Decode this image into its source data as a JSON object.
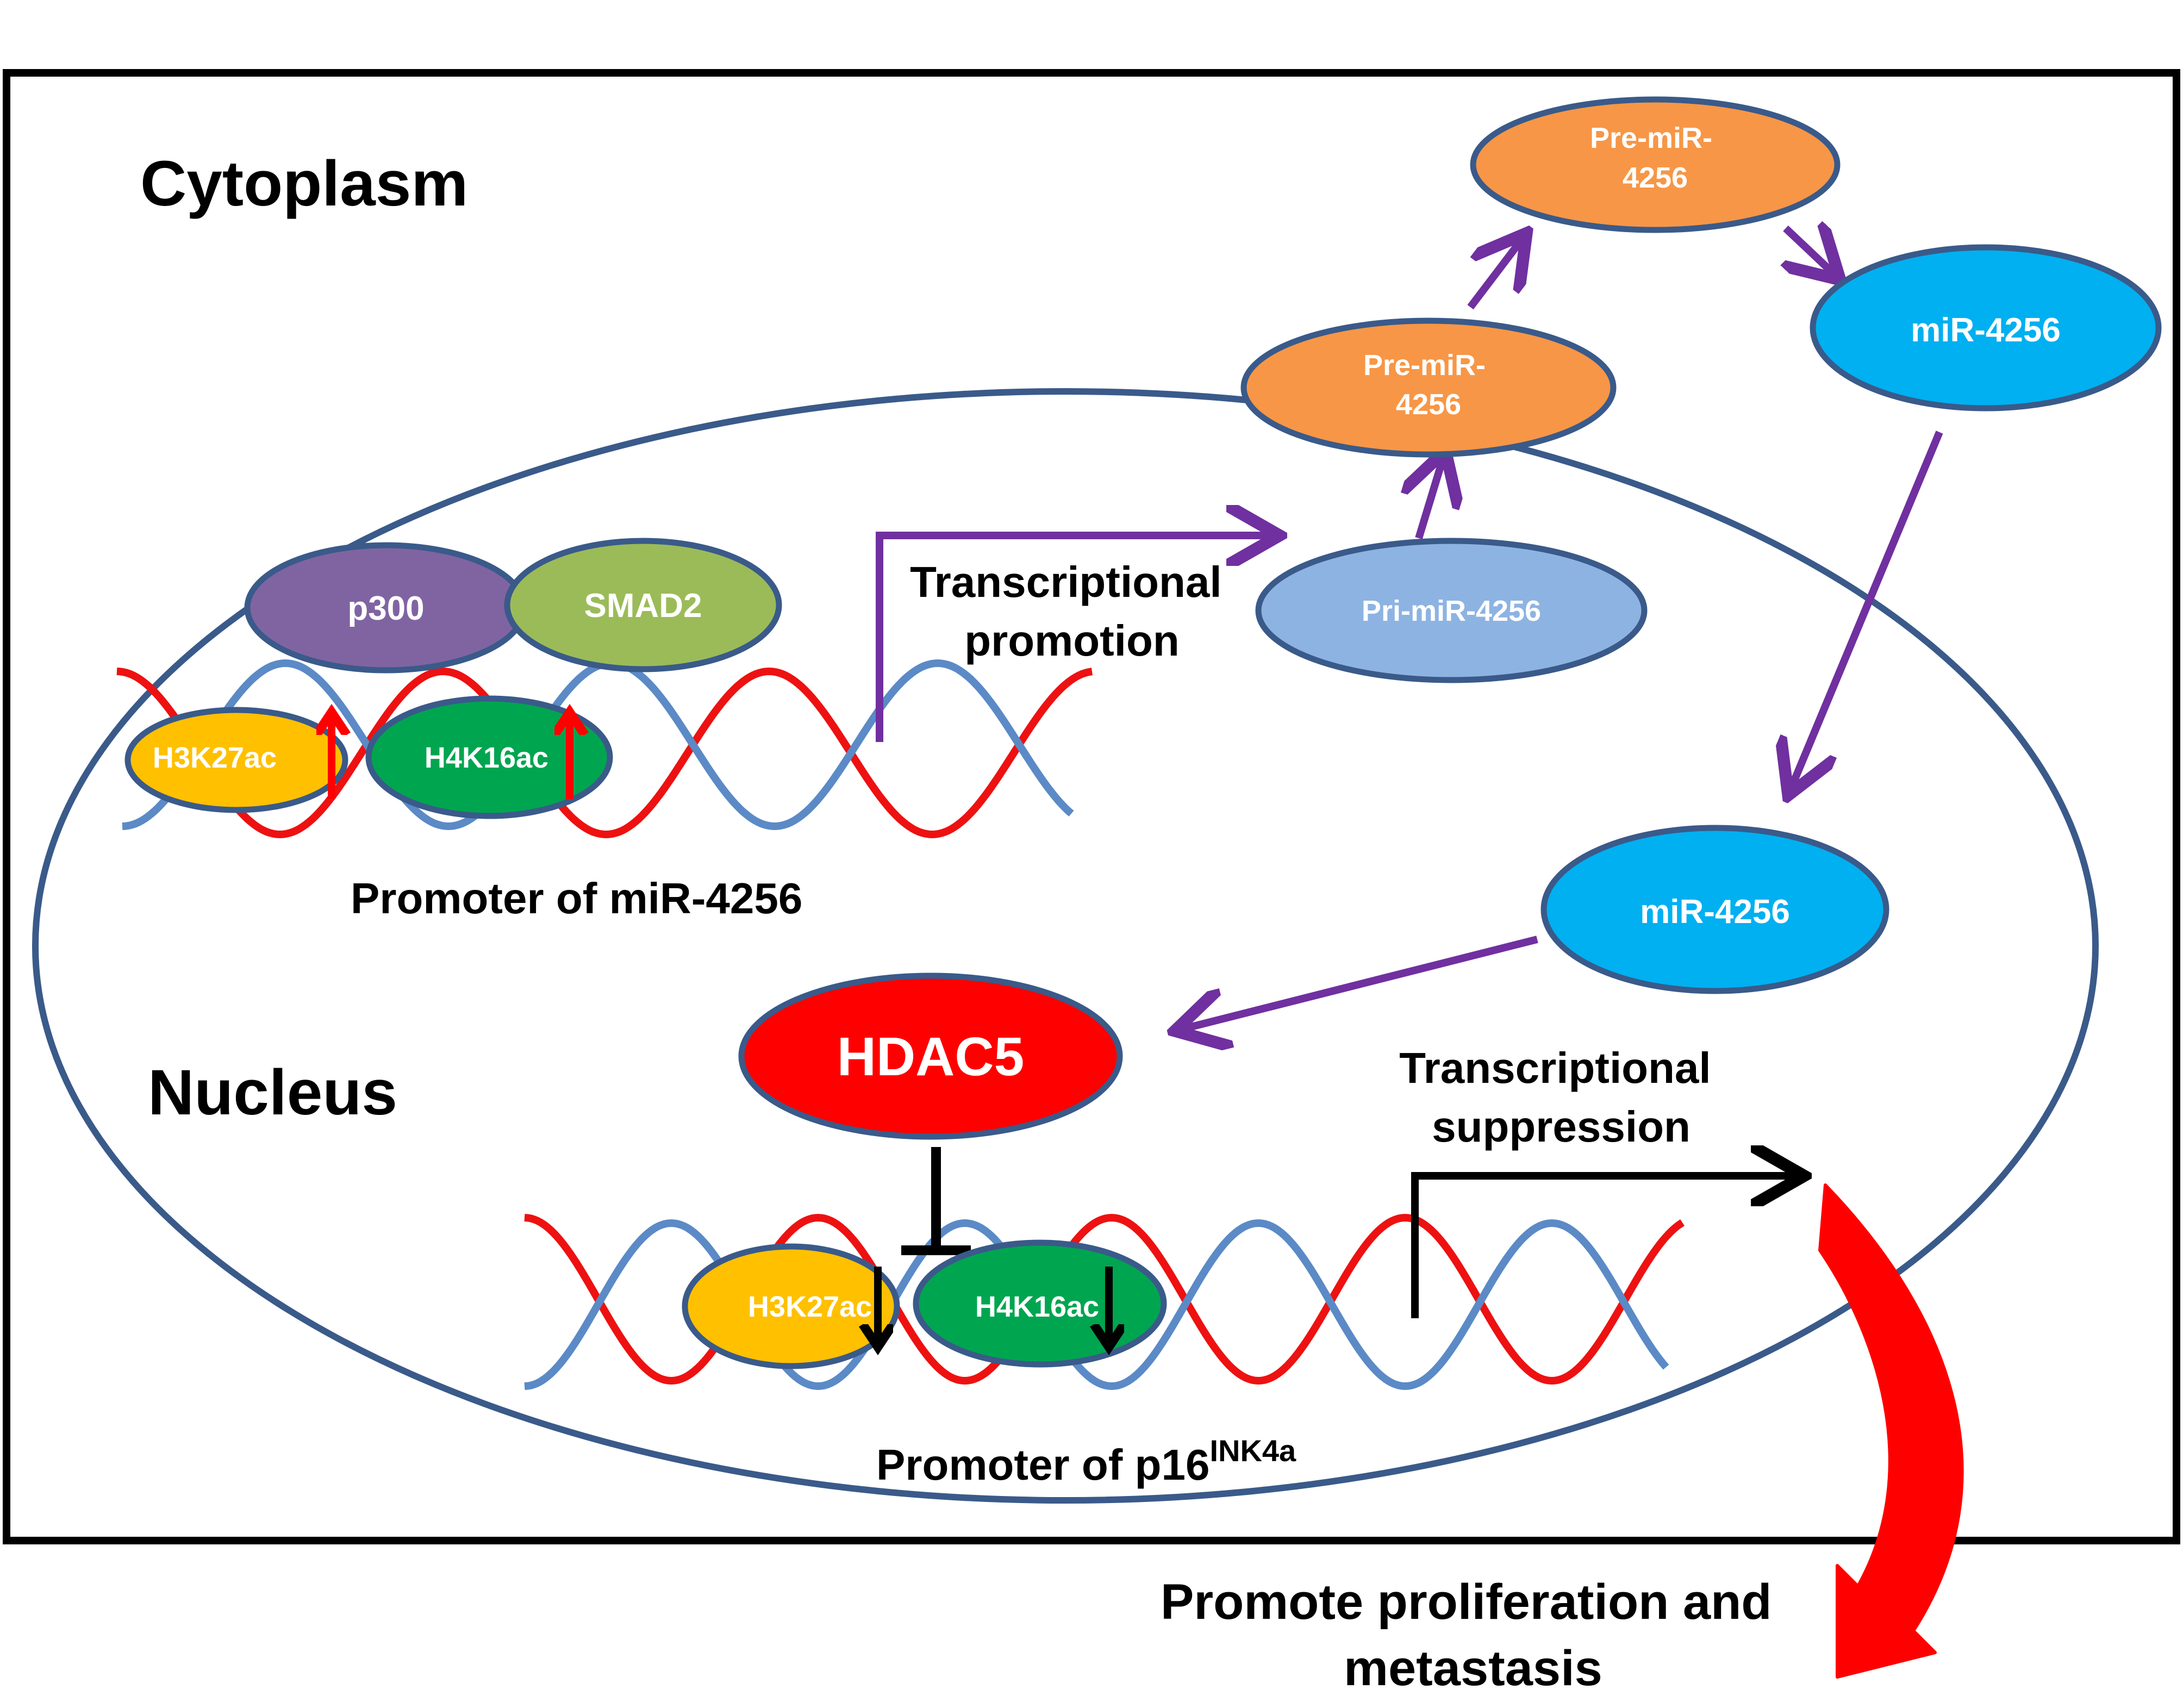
{
  "regions": {
    "cytoplasm": "Cytoplasm",
    "nucleus": "Nucleus"
  },
  "nodes": {
    "p300": "p300",
    "smad2": "SMAD2",
    "h3k27ac_top": "H3K27ac",
    "h4k16ac_top": "H4K16ac",
    "pri_mir": "Pri-miR-4256",
    "pre_mir_nucleus": [
      "Pre-miR-",
      "4256"
    ],
    "pre_mir_cytoplasm": [
      "Pre-miR-",
      "4256"
    ],
    "mir_cytoplasm": "miR-4256",
    "mir_nucleus": "miR-4256",
    "hdac5": "HDAC5",
    "h3k27ac_bottom": "H3K27ac",
    "h4k16ac_bottom": "H4K16ac"
  },
  "labels": {
    "transcriptional_promotion": [
      "Transcriptional",
      "promotion"
    ],
    "promoter_mir": "Promoter of miR-4256",
    "transcriptional_suppression": [
      "Transcriptional",
      "suppression"
    ],
    "promoter_p16": "Promoter of p16",
    "promoter_p16_sup": "INK4a",
    "outcome": [
      "Promote proliferation and",
      "metastasis"
    ]
  },
  "colors": {
    "membrane": "#3a5a8a",
    "dna_red": "#ee1111",
    "dna_blue": "#5b8ac6",
    "arrow_purple": "#7030a0",
    "p300": "#8064a2",
    "smad2": "#9bbb59",
    "h3k27ac": "#ffc000",
    "h4k16ac": "#00a550",
    "pri_mir": "#8db3e2",
    "pre_mir": "#f79646",
    "mir": "#00b0f0",
    "hdac5": "#ff0000",
    "up_arrow": "#ff0000"
  }
}
